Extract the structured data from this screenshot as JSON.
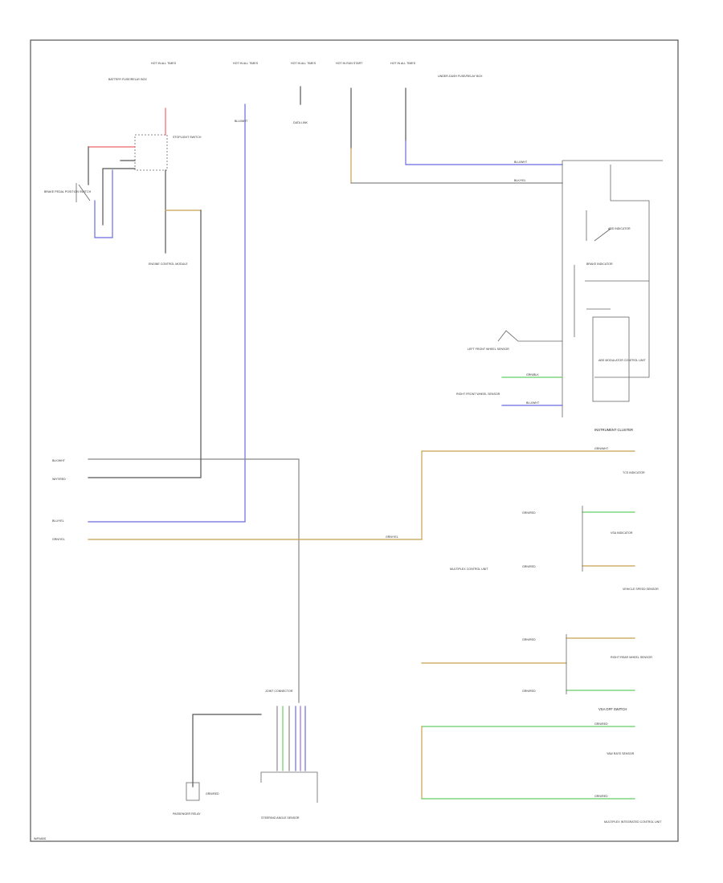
{
  "diagram": {
    "page_ref": "W/R/ABS",
    "colors": {
      "frame": "#555555",
      "wire_black": "#555555",
      "wire_red": "#ee6666",
      "wire_blue": "#6b6be0",
      "wire_tan": "#c8a050",
      "wire_green": "#66cc66",
      "wire_gray": "#888888",
      "wire_violet": "#9a6bd6"
    },
    "top_sources": [
      {
        "id": "src1",
        "label": "HOT IN ALL TIMES"
      },
      {
        "id": "src2",
        "label": "HOT IN ALL TIMES"
      },
      {
        "id": "src3",
        "label": "HOT IN ALL TIMES"
      },
      {
        "id": "src4",
        "label": "HOT IN RUN START"
      },
      {
        "id": "src5",
        "label": "HOT IN ALL TIMES"
      }
    ],
    "labels": {
      "fuse_box_left": "BATTERY FUSE/RELAY BOX",
      "relay_box": "STOPLIGHT SWITCH",
      "brake_switch": "BRAKE PEDAL POSITION SWITCH",
      "ecm": "ENGINE CONTROL MODULE",
      "data_link": "DATA LINK",
      "dimmer_note": "UNDER-DASH FUSE/RELAY BOX",
      "abs_modulator": "ABS MODULATOR CONTROL UNIT",
      "abs_indicator": "ABS INDICATOR",
      "brake_indicator": "BRAKE INDICATOR",
      "left_sensor": "LEFT FRONT WHEEL SENSOR",
      "instrument_cluster": "INSTRUMENT CLUSTER",
      "tcs_indicator": "TCS INDICATOR",
      "vsa_indicator": "VSA INDICATOR",
      "sensor_unit": "VEHICLE SPEED SENSOR",
      "right_front_sensor": "RIGHT FRONT WHEEL SENSOR",
      "right_rear_sensor": "RIGHT REAR WHEEL SENSOR",
      "vsa_off_switch": "VSA OFF SWITCH",
      "steering_sensor": "STEERING ANGLE SENSOR",
      "yaw_rate": "YAW RATE SENSOR",
      "pass_relay": "PASSENGER RELAY",
      "connector_block": "JOINT CONNECTOR",
      "multiplex": "MULTIPLEX CONTROL UNIT",
      "lower_right": "MULTIPLEX INTEGRATED CONTROL UNIT"
    },
    "left_terminals": [
      "BLK/WHT",
      "WHT/RED",
      "BLU/YEL",
      "GRN/YEL"
    ],
    "wire_codes": {
      "tan_main": "GRN/YEL",
      "blue_right": "BLU/WHT",
      "black_right": "BLK/YEL",
      "green1": "GRN/BLK",
      "blue1": "BLU/WHT",
      "cluster_in": "GRN/WHT",
      "g1": "GRN/RED",
      "g2": "GRN/RED",
      "g3": "GRN/RED",
      "g4": "GRN/RED",
      "g5": "GRN/RED",
      "g6": "GRN/RED",
      "g7": "GRN/RED"
    }
  }
}
